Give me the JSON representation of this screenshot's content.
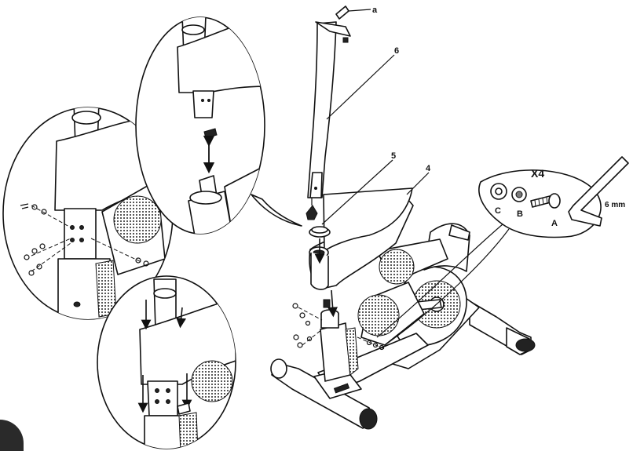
{
  "labels": {
    "part_a": "a",
    "part_6": "6",
    "part_5": "5",
    "part_4": "4",
    "hardware_qty": "X4",
    "hardware_A": "A",
    "hardware_B": "B",
    "hardware_C": "C",
    "wrench_size": "6 mm"
  }
}
